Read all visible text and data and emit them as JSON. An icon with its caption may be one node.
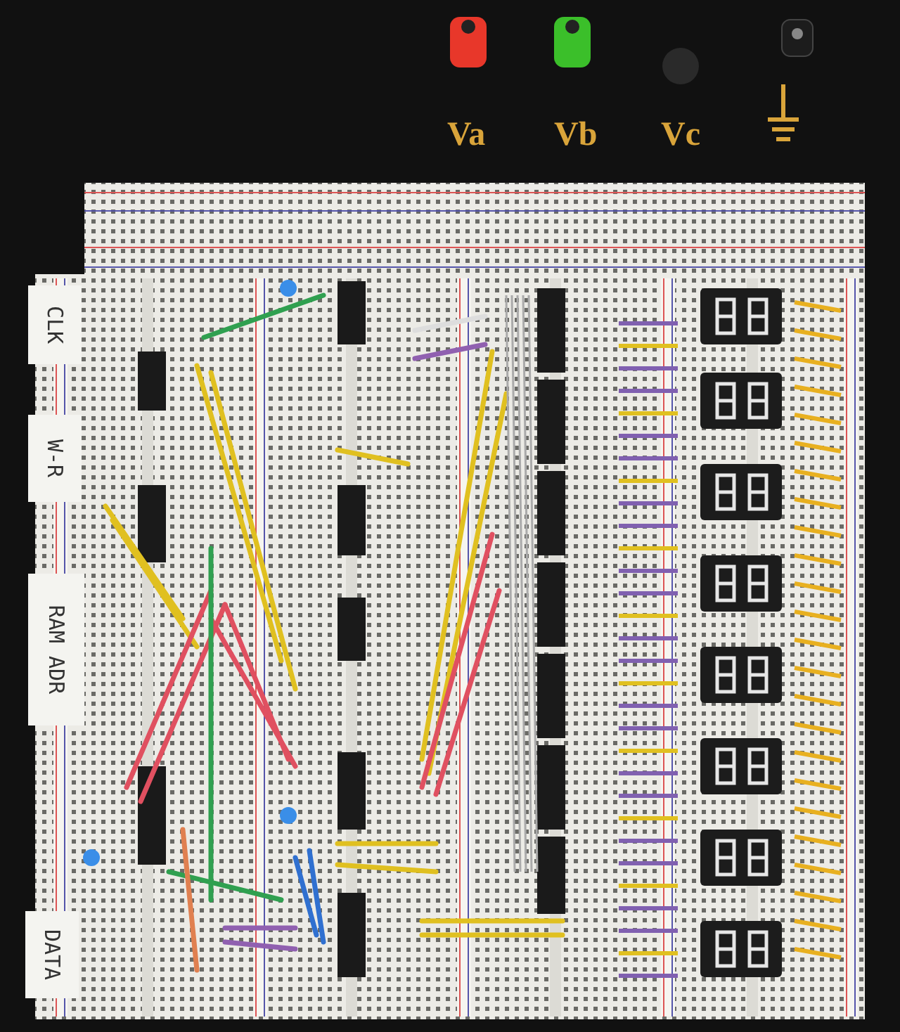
{
  "diagram": {
    "labels": [
      "Va",
      "Vb",
      "Vc",
      "CLK",
      "W-R",
      "RAM ADR",
      "DATA"
    ]
  }
}
